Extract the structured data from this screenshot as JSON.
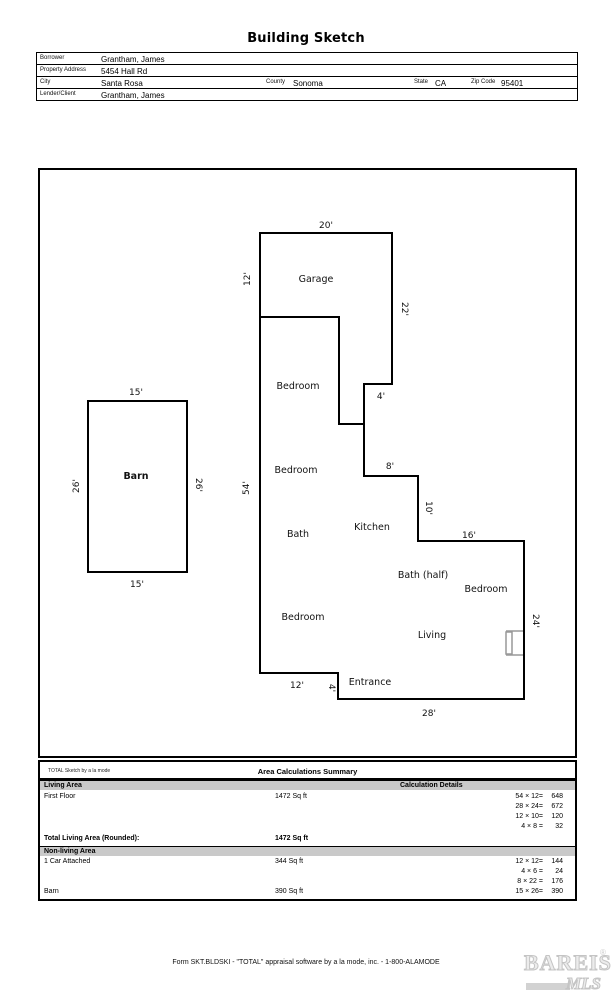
{
  "title": "Building Sketch",
  "header": {
    "rows": [
      {
        "label": "Borrower",
        "value": "Grantham, James"
      },
      {
        "label": "Property Address",
        "value": "5454 Hall Rd"
      },
      {
        "label": "City",
        "value": "Santa Rosa",
        "extra": [
          {
            "label": "County",
            "value": "Sonoma"
          },
          {
            "label": "State",
            "value": "CA"
          },
          {
            "label": "Zip Code",
            "value": "95401"
          }
        ]
      },
      {
        "label": "Lender/Client",
        "value": "Grantham, James"
      }
    ]
  },
  "plan": {
    "rooms": {
      "garage": "Garage",
      "bedroom_upper": "Bedroom",
      "bedroom_mid": "Bedroom",
      "bath": "Bath",
      "kitchen": "Kitchen",
      "bath_half": "Bath (half)",
      "bedroom_right": "Bedroom",
      "bedroom_lower": "Bedroom",
      "living": "Living",
      "entrance": "Entrance",
      "barn": "Barn"
    },
    "dims": {
      "garage_top": "20'",
      "garage_left": "12'",
      "garage_right": "22'",
      "garage_notch": "4'",
      "kitchen_top": "8'",
      "kitchen_right": "10'",
      "right_top": "16'",
      "right_side": "24'",
      "bottom": "28'",
      "entry_step": "4'",
      "bottom_left": "12'",
      "left_side": "54'",
      "barn_top": "15'",
      "barn_bottom": "15'",
      "barn_left": "26'",
      "barn_right": "26'"
    }
  },
  "summary": {
    "branding": "TOTAL Sketch by a la mode",
    "title": "Area Calculations Summary",
    "living_header": "Living Area",
    "calc_header": "Calculation Details",
    "first_floor": {
      "name": "First Floor",
      "area": "1472 Sq ft",
      "calcs": [
        {
          "e": "54 × 12=",
          "v": "648"
        },
        {
          "e": "28 × 24=",
          "v": "672"
        },
        {
          "e": "12 × 10=",
          "v": "120"
        },
        {
          "e": "4 × 8  =",
          "v": "32"
        }
      ]
    },
    "total_label": "Total Living Area (Rounded):",
    "total_value": "1472 Sq ft",
    "nonliving_header": "Non-living Area",
    "car": {
      "name": "1 Car Attached",
      "area": "344 Sq ft",
      "calcs": [
        {
          "e": "12 × 12=",
          "v": "144"
        },
        {
          "e": "4 × 6  =",
          "v": "24"
        },
        {
          "e": "8 × 22  =",
          "v": "176"
        }
      ]
    },
    "barn": {
      "name": "Barn",
      "area": "390 Sq ft",
      "calcs": [
        {
          "e": "15 × 26=",
          "v": "390"
        }
      ]
    }
  },
  "footer": {
    "form_text": "Form SKT.BLDSKI - \"TOTAL\" appraisal software by a la mode, inc. - 1-800-ALAMODE",
    "logo": {
      "name": "BAREIS",
      "reg": "®",
      "sub": "MLS"
    }
  }
}
